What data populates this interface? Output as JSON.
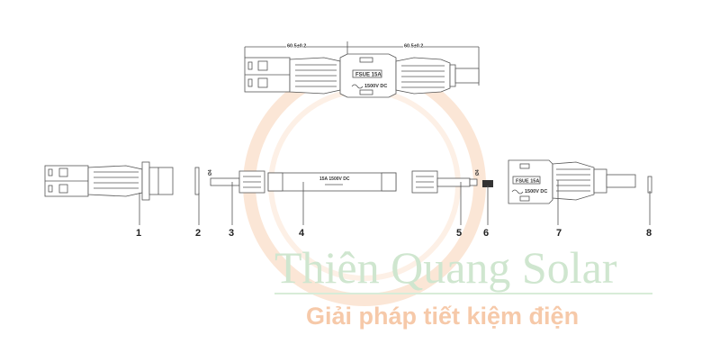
{
  "watermark": {
    "brand": "Thiên Quang Solar",
    "slogan": "Giải pháp tiết kiệm điện",
    "brand_color": "#cfe6cf",
    "slogan_color": "#f6c9a9",
    "ring_color": "#fbe3d2"
  },
  "assembly": {
    "dim_left": "60.5±0.2",
    "dim_right": "60.5±0.2",
    "fuse_label": "FSUE 15A",
    "rating": "1500V DC"
  },
  "parts": {
    "fuse_tube_label": "15A 1500V DC",
    "part3_dim": "Ø4",
    "part5_dim": "Ø4",
    "part7_fuse_label": "FSUE 15A",
    "part7_rating": "1500V DC"
  },
  "callouts": [
    "1",
    "2",
    "3",
    "4",
    "5",
    "6",
    "7",
    "8"
  ]
}
